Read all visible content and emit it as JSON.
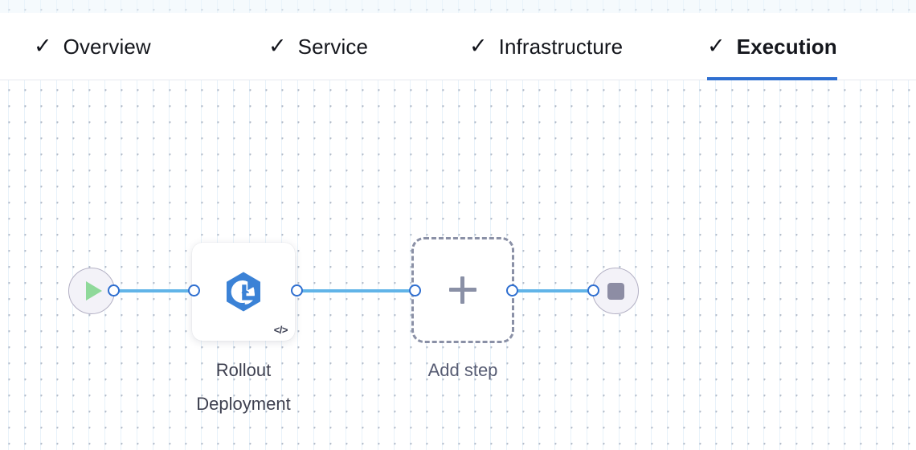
{
  "tabs": [
    {
      "label": "Overview",
      "check": "✓",
      "completed": true,
      "active": false
    },
    {
      "label": "Service",
      "check": "✓",
      "completed": true,
      "active": false
    },
    {
      "label": "Infrastructure",
      "check": "✓",
      "completed": true,
      "active": false
    },
    {
      "label": "Execution",
      "check": "✓",
      "completed": true,
      "active": true
    }
  ],
  "pipeline": {
    "start_node": {
      "icon": "play-icon"
    },
    "end_node": {
      "icon": "stop-icon"
    },
    "step": {
      "label": "Rollout\nDeployment",
      "icon": "rollout-deployment-icon",
      "badge": "</>"
    },
    "add_step": {
      "label": "Add step",
      "icon": "plus-icon"
    }
  },
  "colors": {
    "accent": "#2f6fd0",
    "edge": "#61b4e8",
    "node_icon": "#3b82d6",
    "play": "#8fd99a",
    "stop": "#8d8da4",
    "dashed_border": "#8a90a6",
    "label_text": "#3d3f4f"
  }
}
